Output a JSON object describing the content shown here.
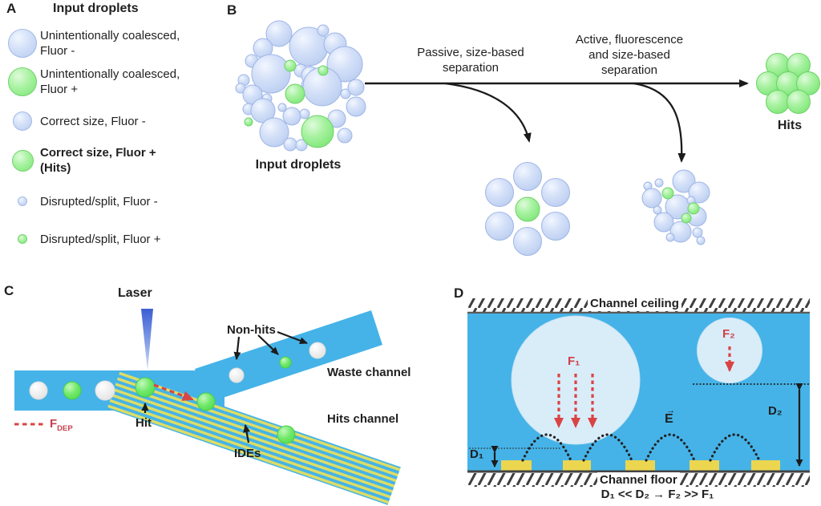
{
  "colors": {
    "channel_blue": "#45b3e8",
    "droplet_blue": "#c7d8f5",
    "droplet_green": "#8deb86",
    "droplet_pale_blue": "#d9edf9",
    "droplet_white": "#ededed",
    "electrode_yellow": "#ecd64f",
    "ide_stripe_yellow": "#dfdd63",
    "accent_red": "#d04046",
    "hits_text_red": "#c5424c",
    "text_black": "#1f1f1f"
  },
  "panelA": {
    "label": "A",
    "title": "Input droplets",
    "items": [
      {
        "icon": "droplet-large-blue",
        "lines": [
          "Unintentionally coalesced,",
          "Fluor -"
        ]
      },
      {
        "icon": "droplet-large-green",
        "lines": [
          "Unintentionally coalesced,",
          "Fluor +"
        ]
      },
      {
        "icon": "droplet-medium-blue",
        "lines": [
          "Correct size, Fluor -"
        ]
      },
      {
        "icon": "droplet-medium-green",
        "lines": [
          "Correct size, Fluor +",
          "(Hits)"
        ]
      },
      {
        "icon": "droplet-small-blue",
        "lines": [
          "Disrupted/split, Fluor -"
        ]
      },
      {
        "icon": "droplet-small-green",
        "lines": [
          "Disrupted/split, Fluor +"
        ]
      }
    ]
  },
  "panelB": {
    "label": "B",
    "input_label": "Input droplets",
    "passive": [
      "Passive, size-based",
      "separation"
    ],
    "active": [
      "Active, fluorescence",
      "and size-based",
      "separation"
    ],
    "hits_label": "Hits"
  },
  "panelC": {
    "label": "C",
    "laser": "Laser",
    "non_hits": "Non-hits",
    "waste_channel": "Waste channel",
    "hits_channel": "Hits channel",
    "ides": "IDEs",
    "hit": "Hit",
    "fdep": {
      "base": "F",
      "sub": "DEP"
    }
  },
  "panelD": {
    "label": "D",
    "ceiling": "Channel ceiling",
    "floor": "Channel floor",
    "f1": "F₁",
    "f2": "F₂",
    "d1": "D₁",
    "d2": "D₂",
    "efield": {
      "base": "E",
      "arrow": "→"
    },
    "equation": "D₁ << D₂ → F₂ >> F₁"
  }
}
